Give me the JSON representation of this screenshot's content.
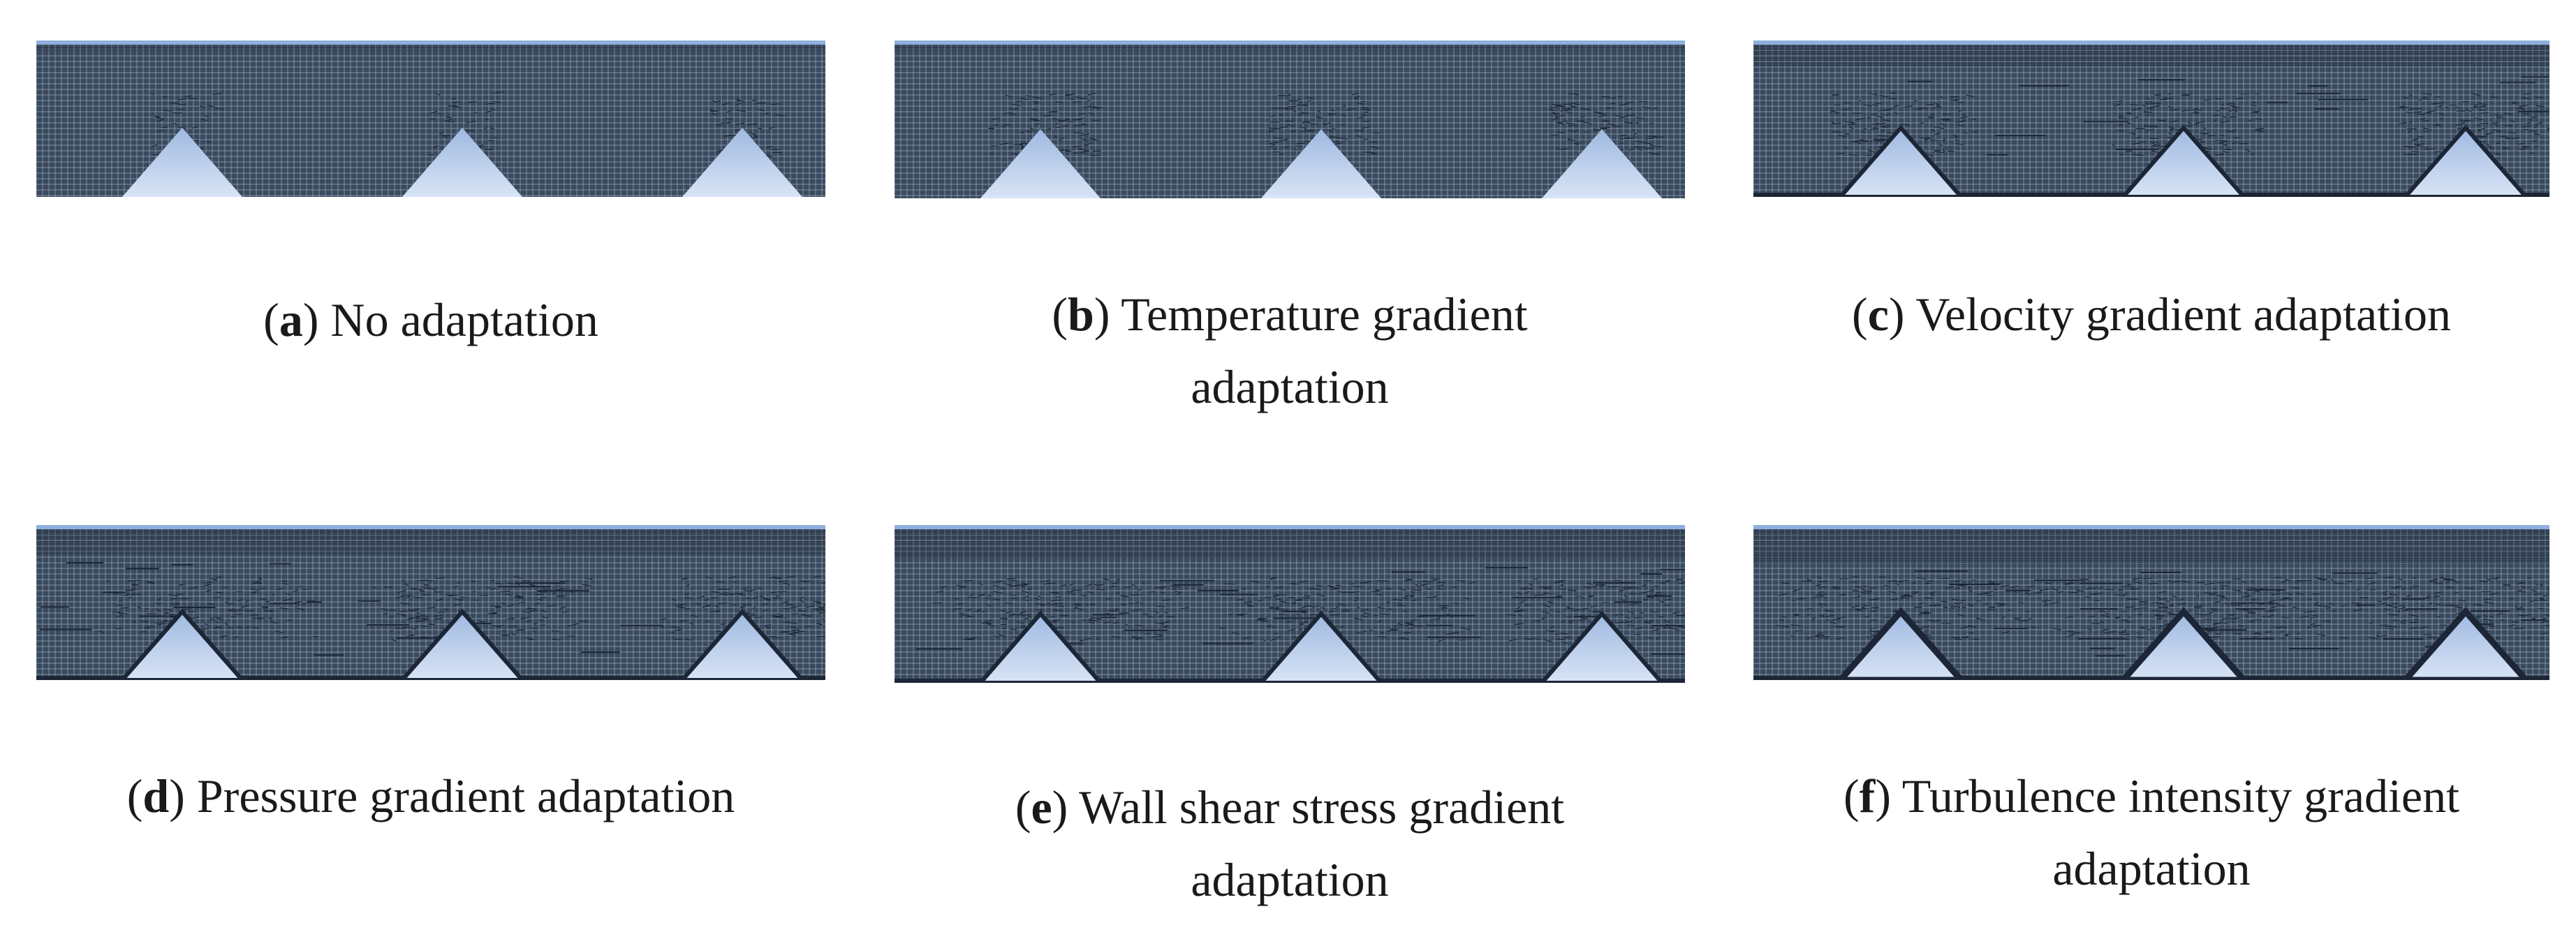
{
  "panels": [
    {
      "id": "a",
      "letter": "a",
      "caption_lines": [
        "No adaptation"
      ],
      "refinement": "none"
    },
    {
      "id": "b",
      "letter": "b",
      "caption_lines": [
        "Temperature gradient",
        "adaptation"
      ],
      "refinement": "temperature-gradient"
    },
    {
      "id": "c",
      "letter": "c",
      "caption_lines": [
        "Velocity gradient adaptation"
      ],
      "refinement": "velocity-gradient"
    },
    {
      "id": "d",
      "letter": "d",
      "caption_lines": [
        "Pressure gradient adaptation"
      ],
      "refinement": "pressure-gradient"
    },
    {
      "id": "e",
      "letter": "e",
      "caption_lines": [
        "Wall shear stress gradient",
        "adaptation"
      ],
      "refinement": "wall-shear-stress-gradient"
    },
    {
      "id": "f",
      "letter": "f",
      "caption_lines": [
        "Turbulence intensity gradient",
        "adaptation"
      ],
      "refinement": "turbulence-intensity-gradient"
    }
  ],
  "colors": {
    "mesh_background": "#3a4a5e",
    "mesh_line": "#b8c4d4",
    "mesh_dense": "#1c2636",
    "rib_fill_top": "#9fb9e0",
    "rib_fill_bottom": "#d8e4f6",
    "top_wall": "#8fb0de"
  }
}
